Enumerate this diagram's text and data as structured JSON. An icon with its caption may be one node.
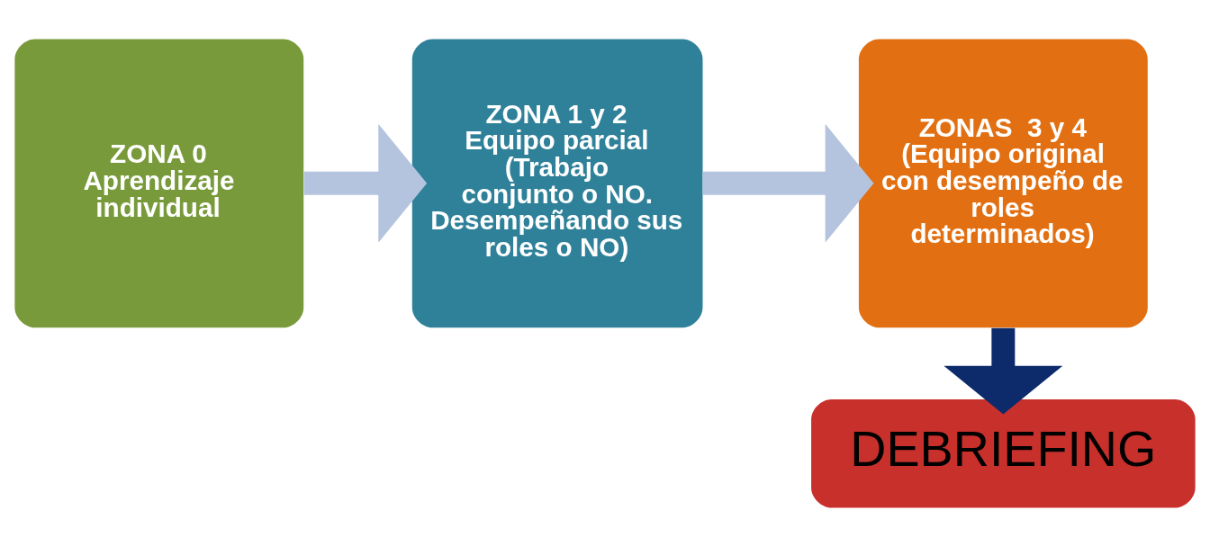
{
  "diagram": {
    "nodes": [
      {
        "text": [
          "ZONA 0",
          "Aprendizaje individual"
        ]
      },
      {
        "text": [
          "ZONA 1 y 2",
          "Equipo parcial (Trabajo conjunto o NO. Desempeñando sus roles o NO)"
        ]
      },
      {
        "text": [
          "ZONAS  3 y 4",
          "(Equipo original con desempeño de roles determinados)"
        ]
      },
      {
        "text": [
          "DEBRIEFING"
        ]
      }
    ],
    "edges": [
      {
        "from": 0,
        "to": 1,
        "arrow": "to"
      },
      {
        "from": 1,
        "to": 2,
        "arrow": "to"
      },
      {
        "from": 2,
        "to": 3,
        "arrow": "to",
        "color": "#0d2a6b"
      }
    ]
  }
}
